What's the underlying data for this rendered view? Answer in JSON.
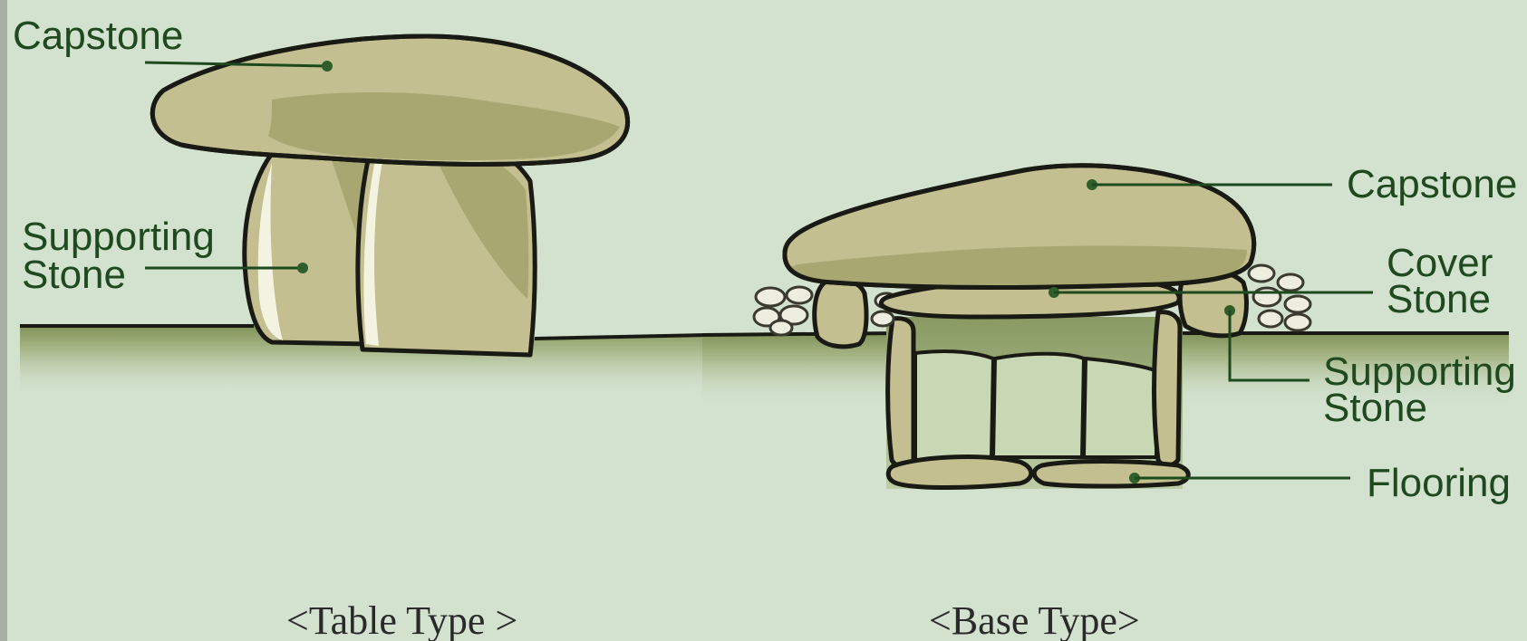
{
  "table_type": {
    "caption": "<Table Type >",
    "labels": {
      "capstone": "Capstone",
      "supporting_stone": [
        "Supporting",
        "Stone"
      ]
    }
  },
  "base_type": {
    "caption": "<Base Type>",
    "labels": {
      "capstone": "Capstone",
      "cover_stone": [
        "Cover",
        "Stone"
      ],
      "supporting_stone": [
        "Supporting",
        "Stone"
      ],
      "flooring": "Flooring"
    }
  },
  "colors": {
    "background": "#d3e2cf",
    "stone": "#c3bf90",
    "stone_shadow": "#a9a771",
    "ground": "#7e8f55",
    "label_text": "#1f4a1f"
  }
}
